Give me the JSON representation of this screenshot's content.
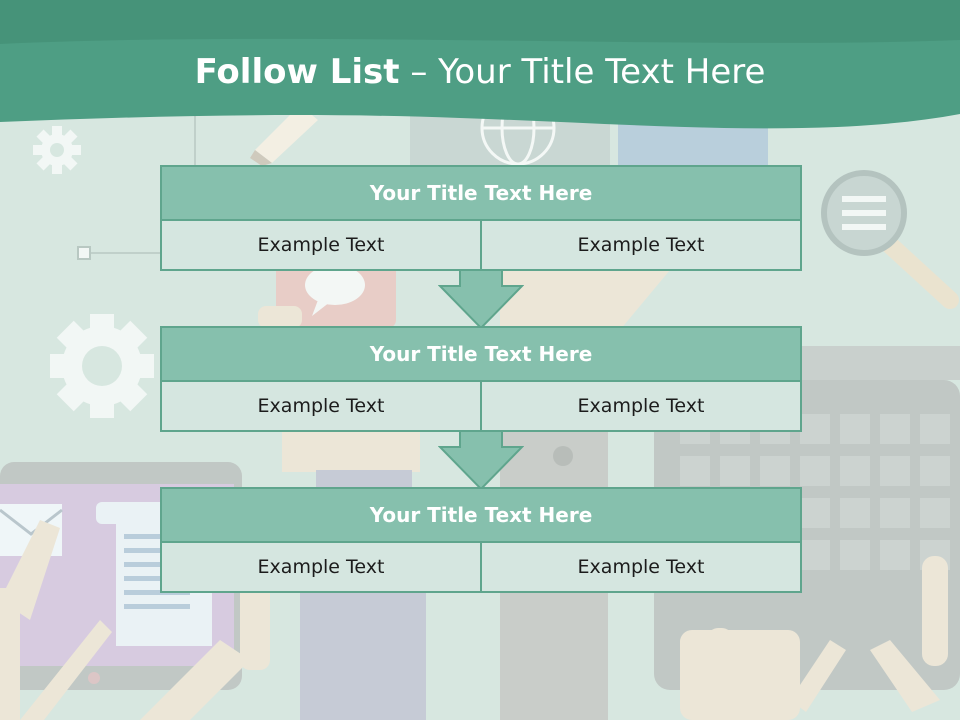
{
  "title": {
    "bold": "Follow List",
    "rest": " – Your Title Text Here"
  },
  "blocks": [
    {
      "header": "Your Title Text Here",
      "cells": [
        "Example Text",
        "Example Text"
      ]
    },
    {
      "header": "Your Title Text Here",
      "cells": [
        "Example Text",
        "Example Text"
      ]
    },
    {
      "header": "Your Title Text Here",
      "cells": [
        "Example Text",
        "Example Text"
      ]
    }
  ],
  "colors": {
    "header_band": "#4e9e84",
    "block_header": "#86c0ad",
    "block_border": "#5fa58d",
    "cell_bg": "#d5e6e0",
    "background": "#d6e6df"
  }
}
